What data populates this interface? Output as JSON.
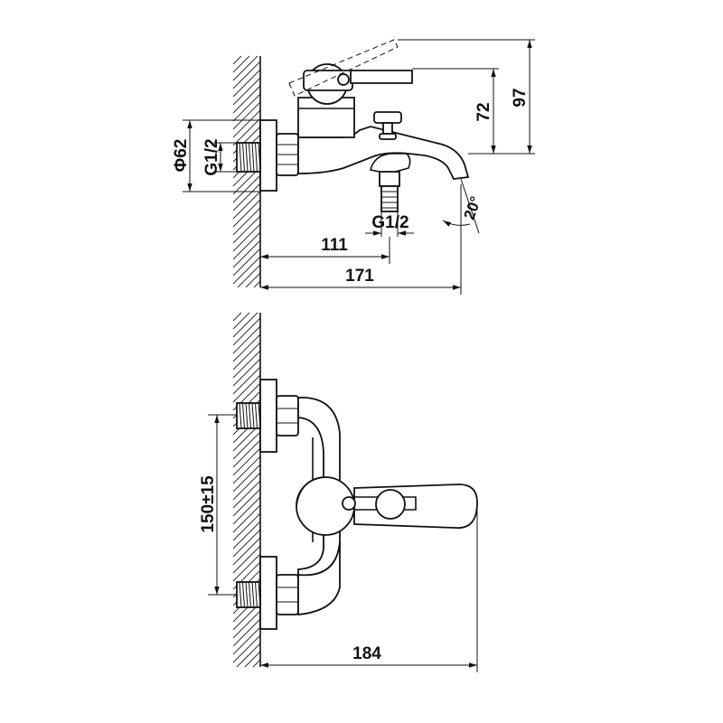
{
  "side_view": {
    "dim_diameter": "Φ62",
    "dim_inlet_thread": "G1/2",
    "dim_outlet_thread": "G1/2",
    "dim_111": "111",
    "dim_171": "171",
    "dim_72": "72",
    "dim_97": "97",
    "dim_angle": "20°"
  },
  "front_view": {
    "dim_spacing": "150±15",
    "dim_184": "184"
  },
  "colors": {
    "line": "#111111",
    "background": "#ffffff"
  }
}
